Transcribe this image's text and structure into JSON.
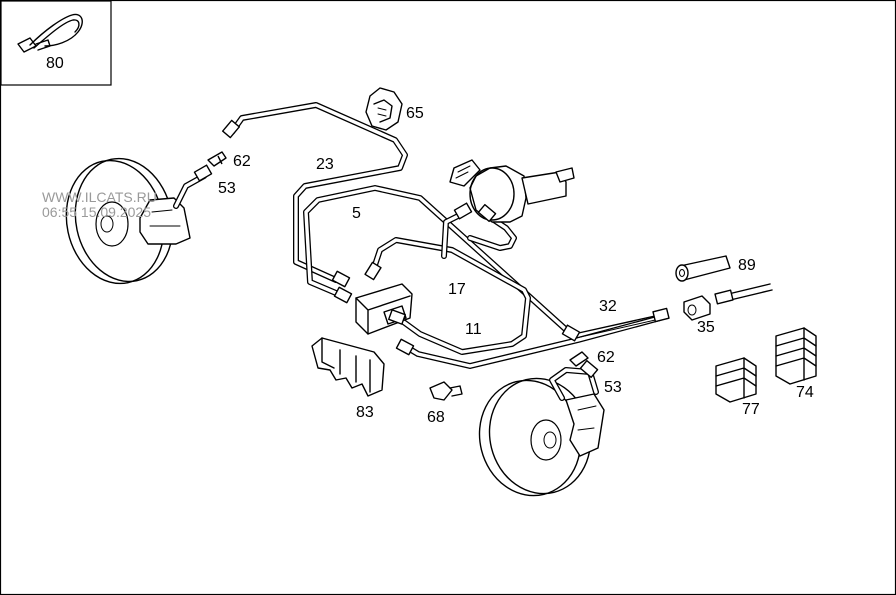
{
  "watermark": {
    "line1": "WWW.ILCATS.RU",
    "line2": "06:55 15.09.2025"
  },
  "callouts": [
    {
      "id": "80",
      "text": "80"
    },
    {
      "id": "65",
      "text": "65"
    },
    {
      "id": "62a",
      "text": "62"
    },
    {
      "id": "53a",
      "text": "53"
    },
    {
      "id": "23",
      "text": "23"
    },
    {
      "id": "5",
      "text": "5"
    },
    {
      "id": "89",
      "text": "89"
    },
    {
      "id": "17",
      "text": "17"
    },
    {
      "id": "32",
      "text": "32"
    },
    {
      "id": "35",
      "text": "35"
    },
    {
      "id": "11",
      "text": "11"
    },
    {
      "id": "62b",
      "text": "62"
    },
    {
      "id": "53b",
      "text": "53"
    },
    {
      "id": "83",
      "text": "83"
    },
    {
      "id": "77",
      "text": "77"
    },
    {
      "id": "74",
      "text": "74"
    },
    {
      "id": "68",
      "text": "68"
    }
  ]
}
